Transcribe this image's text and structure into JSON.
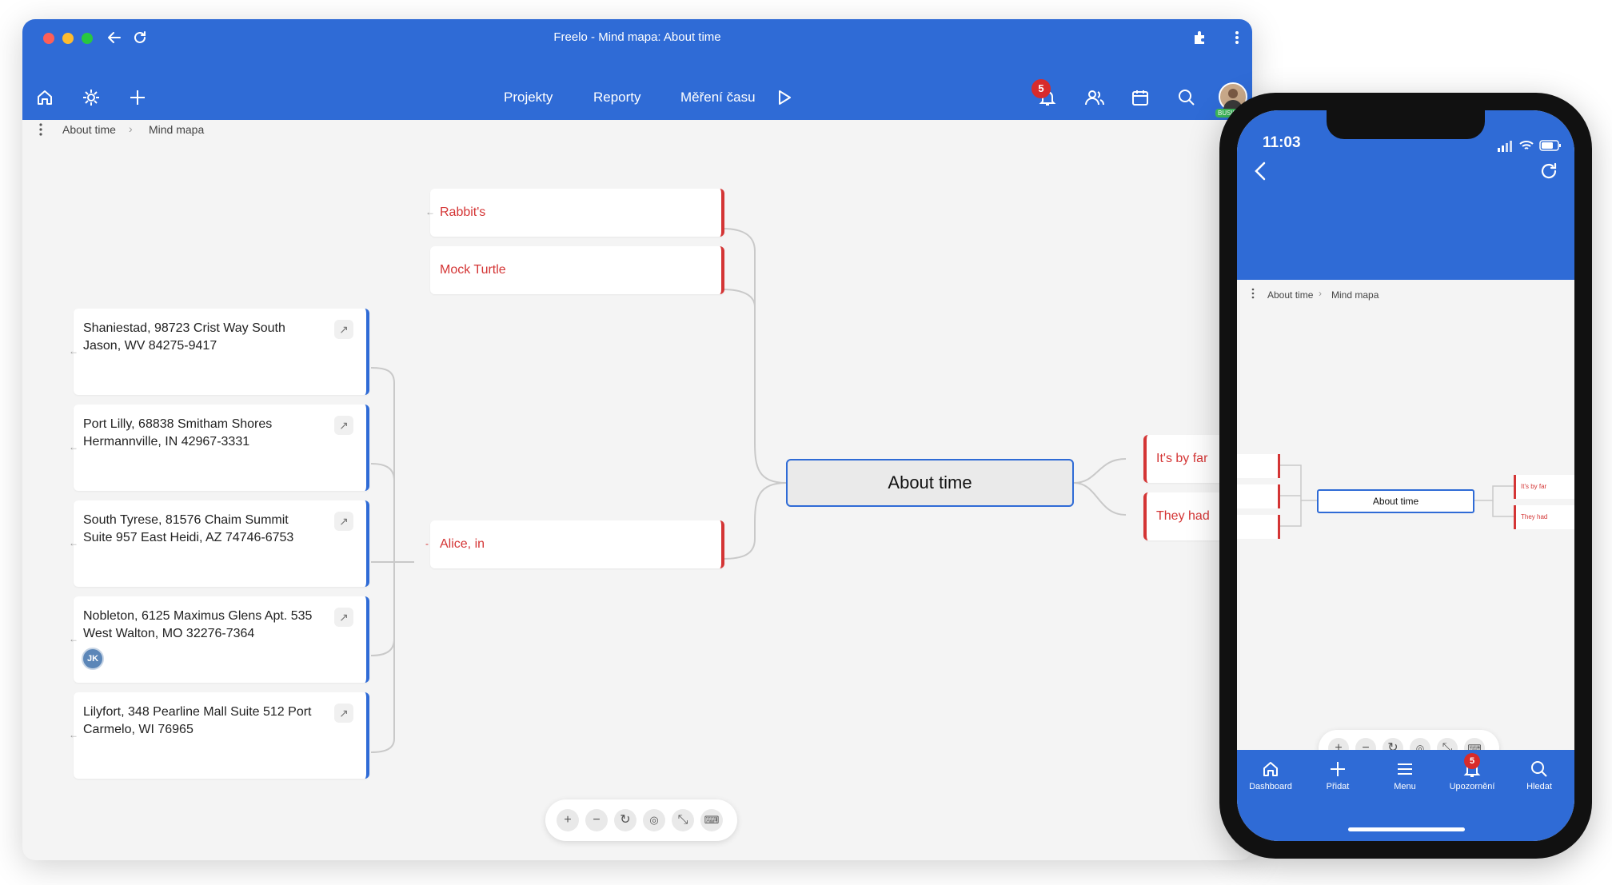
{
  "window": {
    "title": "Freelo - Mind mapa: About time"
  },
  "toolbar": {
    "nav": [
      "Projekty",
      "Reporty",
      "Měření času"
    ],
    "notifications_count": "5",
    "avatar_badge": "BUSINESS"
  },
  "breadcrumb": {
    "items": [
      "About time",
      "Mind mapa"
    ]
  },
  "mindmap": {
    "center": "About time",
    "upper_nodes": [
      "Rabbit's",
      "Mock Turtle"
    ],
    "alice_node": "Alice, in",
    "right_nodes": [
      "It's by far",
      "They had"
    ],
    "address_nodes": [
      {
        "line1": "Shaniestad, 98723 Crist Way South",
        "line2": "Jason, WV 84275-9417"
      },
      {
        "line1": "Port Lilly, 68838 Smitham Shores",
        "line2": "Hermannville, IN 42967-3331"
      },
      {
        "line1": "South Tyrese, 81576 Chaim Summit",
        "line2": "Suite 957 East Heidi, AZ 74746-6753"
      },
      {
        "line1": "Nobleton, 6125 Maximus Glens Apt. 535",
        "line2": "West Walton, MO 32276-7364",
        "avatar": "JK"
      },
      {
        "line1": "Lilyfort, 348 Pearline Mall Suite 512 Port",
        "line2": "Carmelo, WI 76965"
      }
    ]
  },
  "zoom_controls": [
    "zoom-in",
    "zoom-out",
    "reset",
    "fit",
    "collapse",
    "keyboard"
  ],
  "phone": {
    "time": "11:03",
    "breadcrumb": [
      "About time",
      "Mind mapa"
    ],
    "center": "About time",
    "right_nodes": [
      "It's by far",
      "They had"
    ],
    "tabs": [
      {
        "label": "Dashboard",
        "icon": "home-icon"
      },
      {
        "label": "Přidat",
        "icon": "plus-icon"
      },
      {
        "label": "Menu",
        "icon": "menu-icon"
      },
      {
        "label": "Upozornění",
        "icon": "bell-icon"
      },
      {
        "label": "Hledat",
        "icon": "search-icon"
      }
    ],
    "notifications_count": "5"
  },
  "colors": {
    "brand": "#2f6bd6",
    "node_red": "#d43535",
    "canvas": "#f4f4f4"
  }
}
